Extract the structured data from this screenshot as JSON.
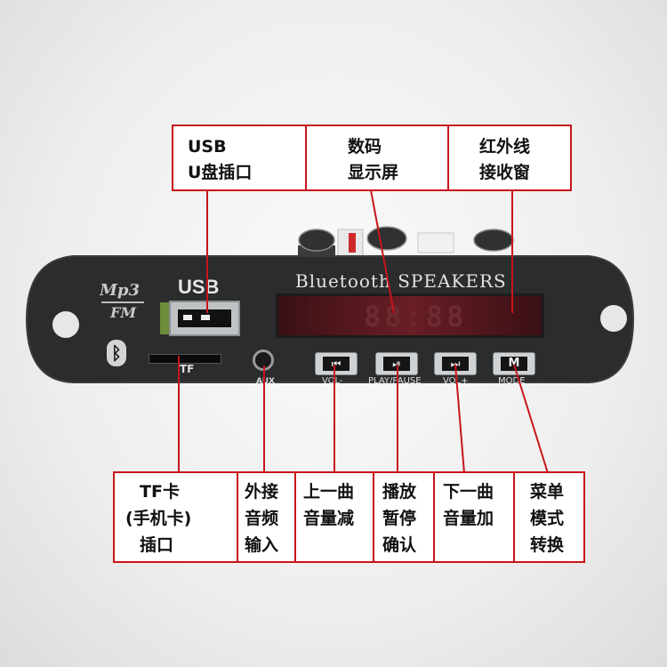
{
  "callouts_top": {
    "usb": {
      "line1": "USB",
      "line2": "U盘插口"
    },
    "display": {
      "line1": "数码",
      "line2": "显示屏"
    },
    "ir": {
      "line1": "红外线",
      "line2": "接收窗"
    }
  },
  "callouts_bottom": {
    "tf": {
      "line1": "TF卡",
      "line2": "(手机卡)",
      "line3": "插口"
    },
    "aux": {
      "line1": "外接",
      "line2": "音频",
      "line3": "输入"
    },
    "prev": {
      "line1": "上一曲",
      "line2": "音量减"
    },
    "play": {
      "line1": "播放",
      "line2": "暂停",
      "line3": "确认"
    },
    "next": {
      "line1": "下一曲",
      "line2": "音量加"
    },
    "menu": {
      "line1": "菜单",
      "line2": "模式",
      "line3": "转换"
    }
  },
  "board": {
    "logo_top": "Mp3",
    "logo_bottom": "FM",
    "usb_label": "USB",
    "tf_label": "TF",
    "aux_label": "AUX",
    "title": "Bluetooth SPEAKERS",
    "display_digits": "88:88",
    "button_labels": [
      "VOL-",
      "PLAY/PAUSE",
      "VOL+",
      "MODE"
    ]
  },
  "colors": {
    "callout_border": "#c8151b",
    "board": "#2a2c2d",
    "display": "#5a1a1f"
  },
  "icons": [
    "bluetooth-icon",
    "prev-icon",
    "play-pause-icon",
    "next-icon",
    "mode-icon"
  ]
}
